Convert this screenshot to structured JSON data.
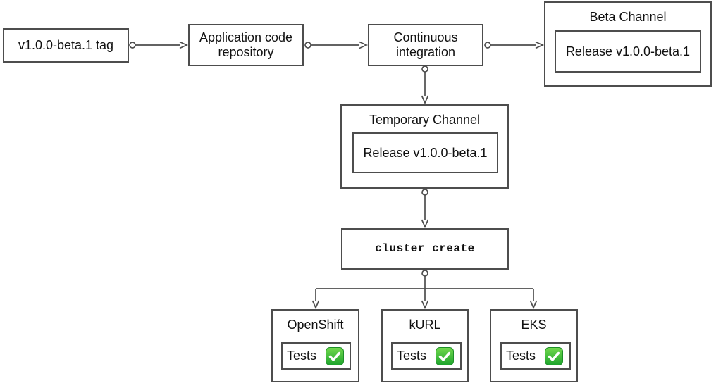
{
  "diagram": {
    "description": "Beta release CI flow diagram",
    "colors": {
      "stroke": "#4d4d4d",
      "text": "#111111",
      "background": "#ffffff",
      "check_green_top": "#72d84e",
      "check_green_bottom": "#1ca42c"
    },
    "nodes": {
      "tag": {
        "label": "v1.0.0-beta.1 tag"
      },
      "app_repo": {
        "label": "Application code repository"
      },
      "ci": {
        "label": "Continuous integration"
      },
      "beta_channel": {
        "title": "Beta Channel",
        "release_label": "Release v1.0.0-beta.1"
      },
      "temporary_channel": {
        "title": "Temporary Channel",
        "release_label": "Release v1.0.0-beta.1"
      },
      "cluster_create": {
        "label": "cluster create"
      },
      "clusters": [
        {
          "title": "OpenShift",
          "tests_label": "Tests",
          "status_icon": "check-mark-button-emoji"
        },
        {
          "title": "kURL",
          "tests_label": "Tests",
          "status_icon": "check-mark-button-emoji"
        },
        {
          "title": "EKS",
          "tests_label": "Tests",
          "status_icon": "check-mark-button-emoji"
        }
      ]
    }
  }
}
